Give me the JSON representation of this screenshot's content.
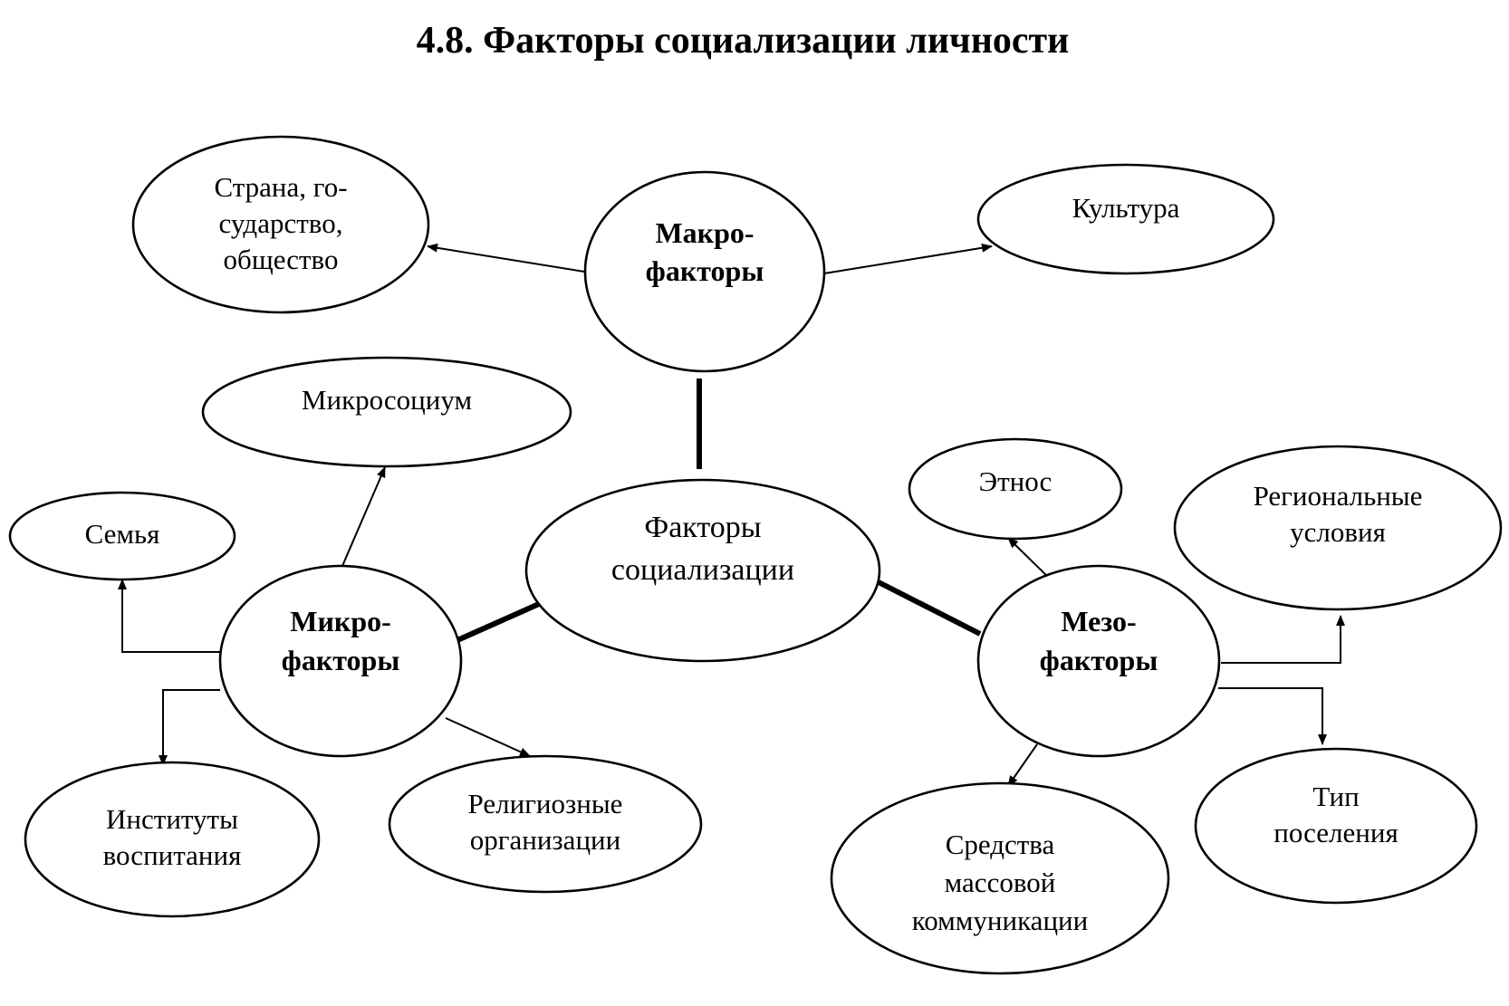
{
  "title": "4.8. Факторы социализации личности",
  "center": {
    "lines": [
      "Факторы",
      "социализации"
    ]
  },
  "macro": {
    "lines": [
      "Макро-",
      "факторы"
    ],
    "children": {
      "country": [
        "Страна, го-",
        "сударство,",
        "общество"
      ],
      "culture": [
        "Культура"
      ]
    }
  },
  "micro": {
    "lines": [
      "Микро-",
      "факторы"
    ],
    "children": {
      "microsocium": [
        "Микросоциум"
      ],
      "family": [
        "Семья"
      ],
      "institutes": [
        "Институты",
        "воспитания"
      ],
      "religious": [
        "Религиозные",
        "организации"
      ]
    }
  },
  "meso": {
    "lines": [
      "Мезо-",
      "факторы"
    ],
    "children": {
      "ethnos": [
        "Этнос"
      ],
      "regional": [
        "Региональные",
        "условия"
      ],
      "settlement": [
        "Тип",
        "поселения"
      ],
      "media": [
        "Средства",
        "массовой",
        "коммуникации"
      ]
    }
  }
}
